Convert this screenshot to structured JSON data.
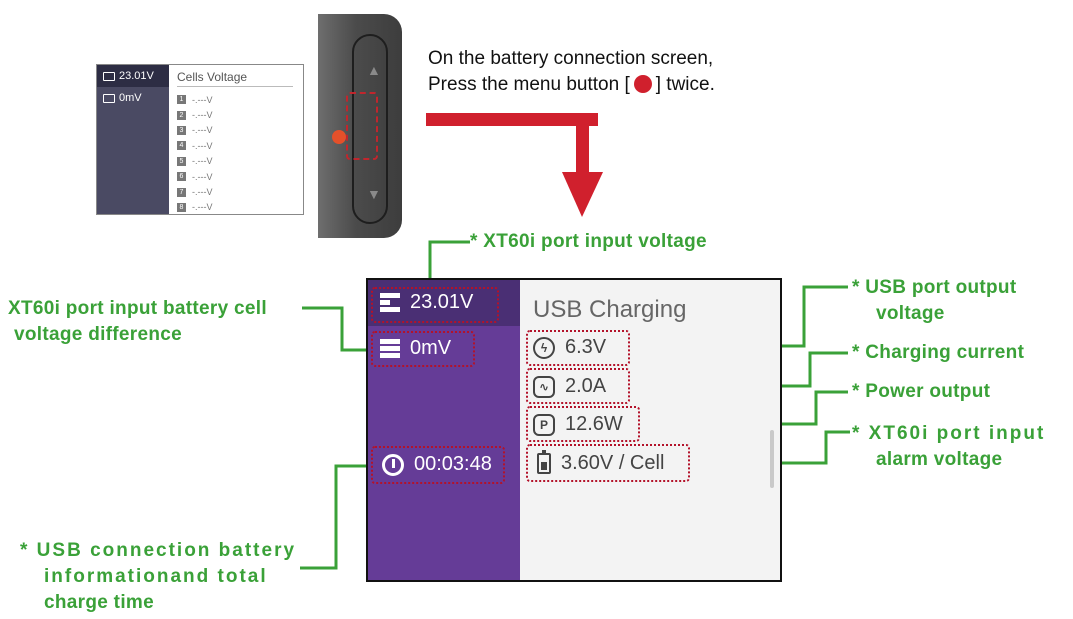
{
  "mini_screen": {
    "input_voltage": "23.01V",
    "cell_diff": "0mV",
    "title": "Cells Voltage",
    "cells": [
      {
        "num": "1",
        "value": "-.---V"
      },
      {
        "num": "2",
        "value": "-.---V"
      },
      {
        "num": "3",
        "value": "-.---V"
      },
      {
        "num": "4",
        "value": "-.---V"
      },
      {
        "num": "5",
        "value": "-.---V"
      },
      {
        "num": "6",
        "value": "-.---V"
      },
      {
        "num": "7",
        "value": "-.---V"
      },
      {
        "num": "8",
        "value": "-.---V"
      }
    ]
  },
  "instruction": {
    "line1": "On the battery connection screen,",
    "line2_before": "Press the menu button  [",
    "line2_after": "]  twice."
  },
  "screen": {
    "input_voltage": "23.01V",
    "cell_diff": "0mV",
    "charge_time": "00:03:48",
    "title": "USB Charging",
    "usb_voltage": "6.3V",
    "current": "2.0A",
    "power": "12.6W",
    "alarm": "3.60V / Cell"
  },
  "labels": {
    "xt60_input_voltage": "* XT60i port input voltage",
    "cell_diff_line1": "XT60i port input battery cell",
    "cell_diff_line2": "voltage difference",
    "usb_output_line1": "* USB port output",
    "usb_output_line2": "voltage",
    "charging_current": "* Charging current",
    "power_output": "* Power output",
    "alarm_line1": "* XT60i port input",
    "alarm_line2": "alarm voltage",
    "usb_info_line1": "* USB connection battery",
    "usb_info_line2": "informationand total",
    "usb_info_line3": "charge time"
  },
  "colors": {
    "label_green": "#3aa138",
    "dash_red": "#b3122a",
    "arrow_red": "#d0202d",
    "screen_purple": "#653c97",
    "screen_purple_dark": "#4a2f74"
  }
}
